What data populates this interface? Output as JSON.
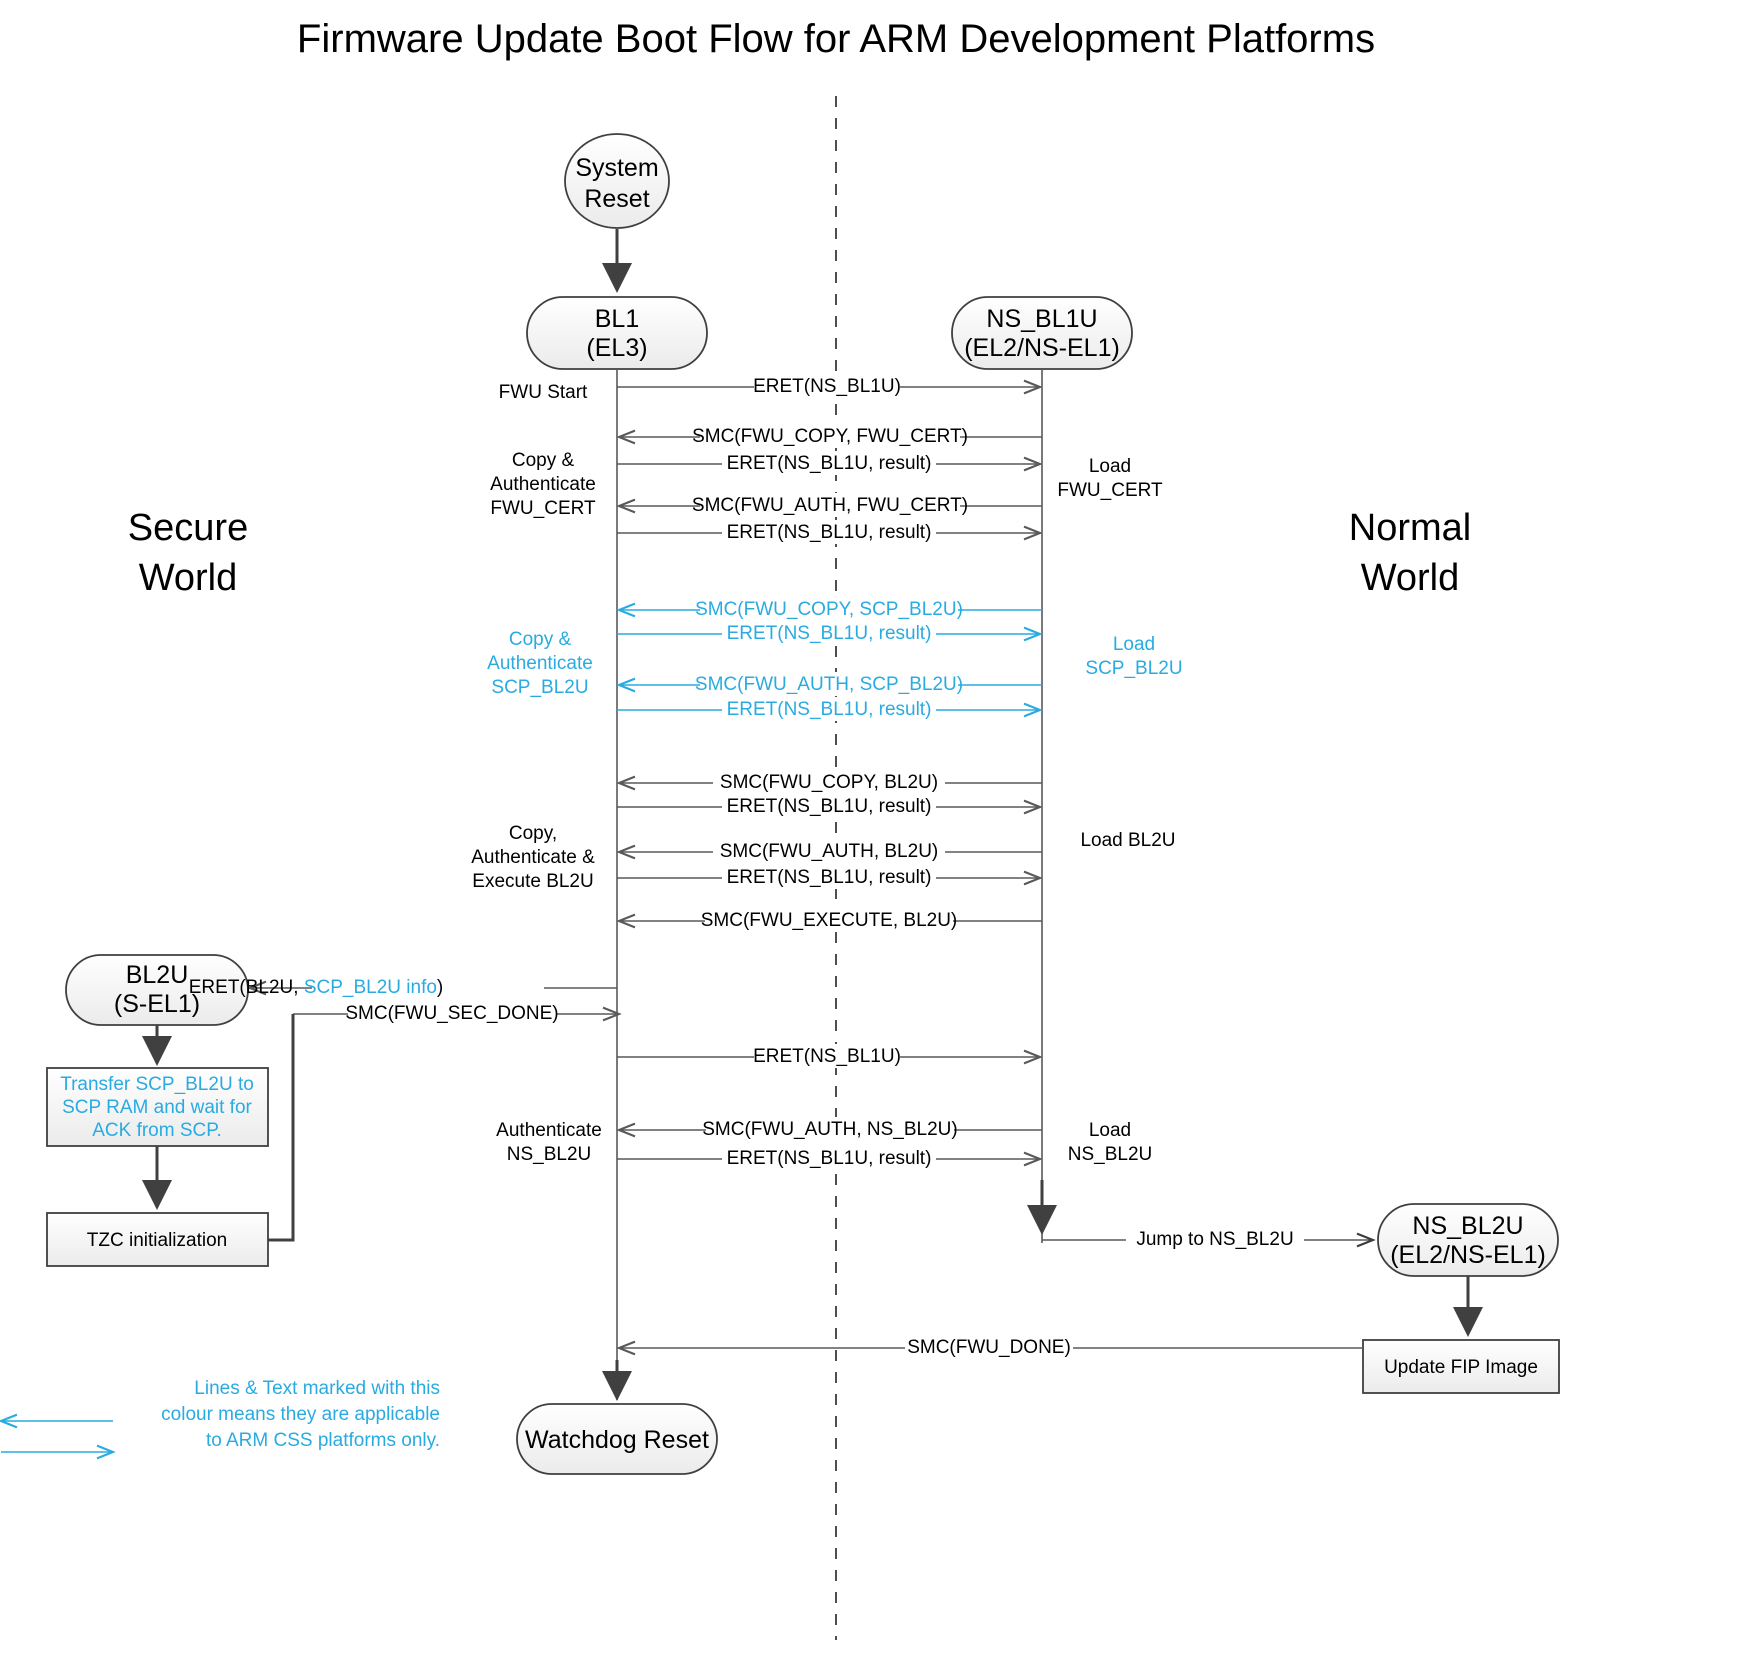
{
  "title": "Firmware Update Boot Flow for ARM Development Platforms",
  "colors": {
    "accent_blue": "#29abe2",
    "line_gray": "#58595b",
    "text": "#000000",
    "node_fill": "#f2f2f2"
  },
  "worlds": {
    "secure_line1": "Secure",
    "secure_line2": "World",
    "normal_line1": "Normal",
    "normal_line2": "World"
  },
  "nodes": {
    "system_reset_l1": "System",
    "system_reset_l2": "Reset",
    "bl1_l1": "BL1",
    "bl1_l2": "(EL3)",
    "ns_bl1u_l1": "NS_BL1U",
    "ns_bl1u_l2": "(EL2/NS-EL1)",
    "bl2u_l1": "BL2U",
    "bl2u_l2": "(S-EL1)",
    "ns_bl2u_l1": "NS_BL2U",
    "ns_bl2u_l2": "(EL2/NS-EL1)",
    "watchdog_reset": "Watchdog Reset"
  },
  "process_boxes": {
    "transfer_l1": "Transfer SCP_BL2U to",
    "transfer_l2": "SCP RAM and wait for",
    "transfer_l3": "ACK from SCP.",
    "tzc_init": "TZC initialization",
    "update_fip": "Update FIP Image"
  },
  "left_annotations": [
    {
      "lines": [
        "FWU Start"
      ],
      "blue": false
    },
    {
      "lines": [
        "Copy &",
        "Authenticate",
        "FWU_CERT"
      ],
      "blue": false
    },
    {
      "lines": [
        "Copy &",
        "Authenticate",
        "SCP_BL2U"
      ],
      "blue": true
    },
    {
      "lines": [
        "Copy,",
        "Authenticate &",
        "Execute BL2U"
      ],
      "blue": false
    },
    {
      "lines": [
        "Authenticate",
        "NS_BL2U"
      ],
      "blue": false
    }
  ],
  "right_annotations": [
    {
      "lines": [
        "Load",
        "FWU_CERT"
      ],
      "blue": false
    },
    {
      "lines": [
        "Load",
        "SCP_BL2U"
      ],
      "blue": true
    },
    {
      "lines": [
        "Load BL2U"
      ],
      "blue": false
    },
    {
      "lines": [
        "Load",
        "NS_BL2U"
      ],
      "blue": false
    }
  ],
  "messages": [
    {
      "label": "ERET(NS_BL1U)",
      "dir": "right",
      "blue": false
    },
    {
      "label": "SMC(FWU_COPY, FWU_CERT)",
      "dir": "left",
      "blue": false
    },
    {
      "label": "ERET(NS_BL1U, result)",
      "dir": "right",
      "blue": false
    },
    {
      "label": "SMC(FWU_AUTH, FWU_CERT)",
      "dir": "left",
      "blue": false
    },
    {
      "label": "ERET(NS_BL1U, result)",
      "dir": "right",
      "blue": false
    },
    {
      "label": "SMC(FWU_COPY, SCP_BL2U)",
      "dir": "left",
      "blue": true
    },
    {
      "label": "ERET(NS_BL1U, result)",
      "dir": "right",
      "blue": true
    },
    {
      "label": "SMC(FWU_AUTH, SCP_BL2U)",
      "dir": "left",
      "blue": true
    },
    {
      "label": "ERET(NS_BL1U, result)",
      "dir": "right",
      "blue": true
    },
    {
      "label": "SMC(FWU_COPY, BL2U)",
      "dir": "left",
      "blue": false
    },
    {
      "label": "ERET(NS_BL1U, result)",
      "dir": "right",
      "blue": false
    },
    {
      "label": "SMC(FWU_AUTH, BL2U)",
      "dir": "left",
      "blue": false
    },
    {
      "label": "ERET(NS_BL1U, result)",
      "dir": "right",
      "blue": false
    },
    {
      "label": "SMC(FWU_EXECUTE, BL2U)",
      "dir": "left",
      "blue": false
    },
    {
      "label": "ERET(NS_BL1U)",
      "dir": "right",
      "blue": false
    },
    {
      "label": "SMC(FWU_AUTH, NS_BL2U)",
      "dir": "left",
      "blue": false
    },
    {
      "label": "ERET(NS_BL1U, result)",
      "dir": "right",
      "blue": false
    }
  ],
  "bl2u_messages": {
    "eret_prefix": "ERET(BL2U, ",
    "eret_blue": "SCP_BL2U info",
    "eret_suffix": ")",
    "smc_sec_done": "SMC(FWU_SEC_DONE)"
  },
  "other_messages": {
    "jump_to_ns_bl2u": "Jump to NS_BL2U",
    "smc_fwu_done": "SMC(FWU_DONE)"
  },
  "legend": {
    "line1": "Lines & Text marked with this",
    "line2": "colour means they are applicable",
    "line3": "to ARM CSS platforms only."
  }
}
